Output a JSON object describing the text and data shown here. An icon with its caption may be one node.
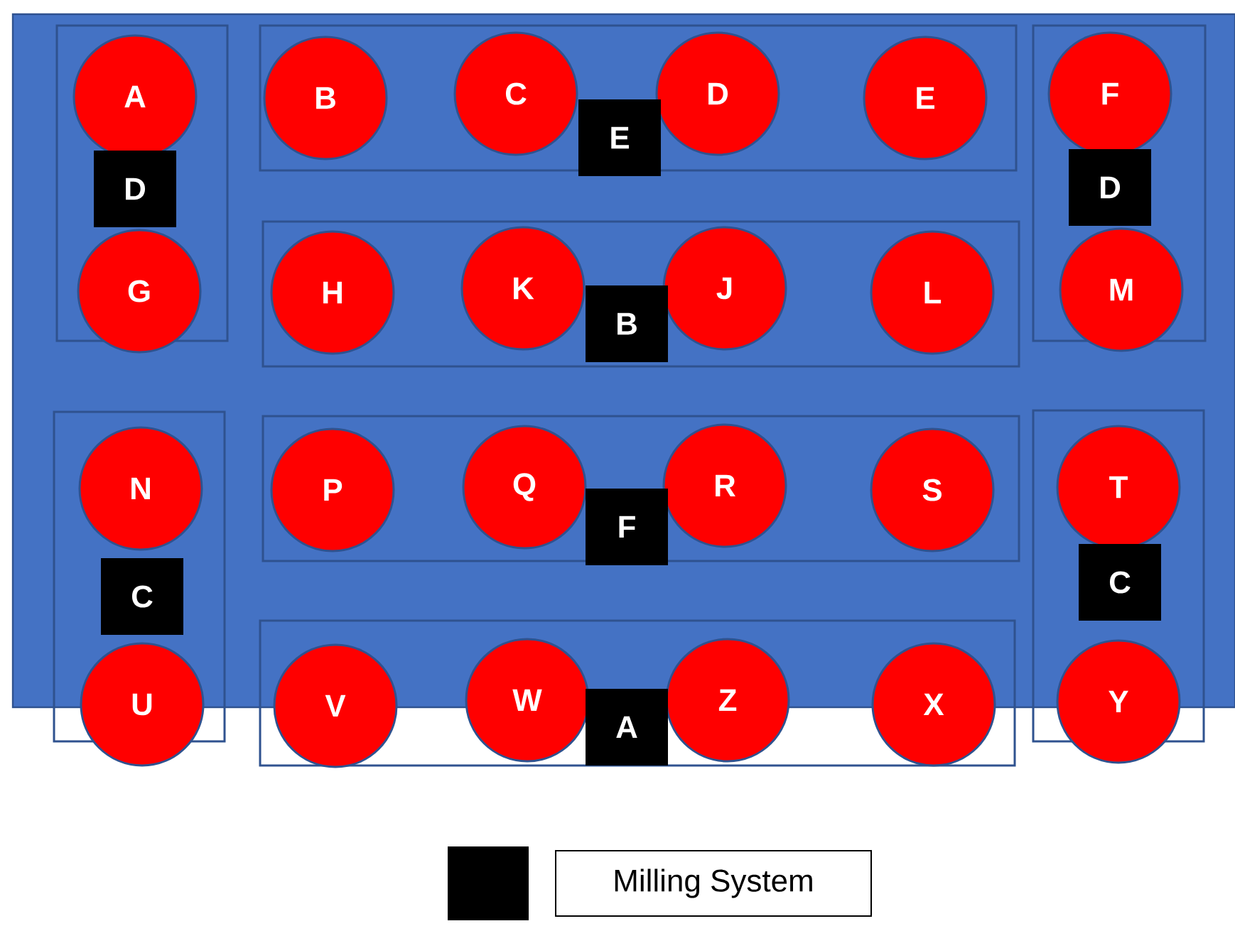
{
  "diagram": {
    "nodes": [
      {
        "text": [],
        "shape": "box"
      },
      {
        "text": [
          "A"
        ],
        "in": 0
      },
      {
        "text": [
          "D"
        ],
        "in": 0
      },
      {
        "text": [
          "G"
        ]
      },
      {
        "text": [],
        "shape": "box"
      },
      {
        "text": [
          "B"
        ],
        "in": 4
      },
      {
        "text": [
          "C"
        ],
        "in": 4
      },
      {
        "text": [
          "D"
        ],
        "in": 4
      },
      {
        "text": [
          "E"
        ],
        "in": 4
      },
      {
        "text": [
          "E"
        ]
      },
      {
        "text": [],
        "shape": "box"
      },
      {
        "text": [
          "F"
        ],
        "in": 10
      },
      {
        "text": [
          "D"
        ],
        "in": 10
      },
      {
        "text": [
          "M"
        ]
      },
      {
        "text": [],
        "shape": "box"
      },
      {
        "text": [
          "H"
        ],
        "in": 14
      },
      {
        "text": [
          "K"
        ],
        "in": 14
      },
      {
        "text": [
          "J"
        ],
        "in": 14
      },
      {
        "text": [
          "L"
        ],
        "in": 14
      },
      {
        "text": [
          "B"
        ],
        "in": 14
      },
      {
        "text": [],
        "shape": "box"
      },
      {
        "text": [
          "N"
        ],
        "in": 20
      },
      {
        "text": [
          "C"
        ],
        "in": 20
      },
      {
        "text": [
          "U"
        ]
      },
      {
        "text": [],
        "shape": "box"
      },
      {
        "text": [
          "P"
        ],
        "in": 24
      },
      {
        "text": [
          "Q"
        ],
        "in": 24
      },
      {
        "text": [
          "R"
        ],
        "in": 24
      },
      {
        "text": [
          "S"
        ],
        "in": 24
      },
      {
        "text": [
          "F"
        ],
        "in": 24
      },
      {
        "text": [],
        "shape": "box"
      },
      {
        "text": [
          "T"
        ],
        "in": 30
      },
      {
        "text": [
          "C"
        ],
        "in": 30
      },
      {
        "text": [
          "Y"
        ]
      },
      {
        "text": [],
        "shape": "box"
      },
      {
        "text": [
          "V"
        ],
        "in": 34
      },
      {
        "text": [
          "W"
        ],
        "in": 34
      },
      {
        "text": [
          "Z"
        ],
        "in": 34
      },
      {
        "text": [
          "X"
        ],
        "in": 34
      },
      {
        "text": [
          "A"
        ],
        "in": 34
      }
    ],
    "legend": [
      {
        "text": "Milling System",
        "color": "#000000"
      }
    ]
  }
}
